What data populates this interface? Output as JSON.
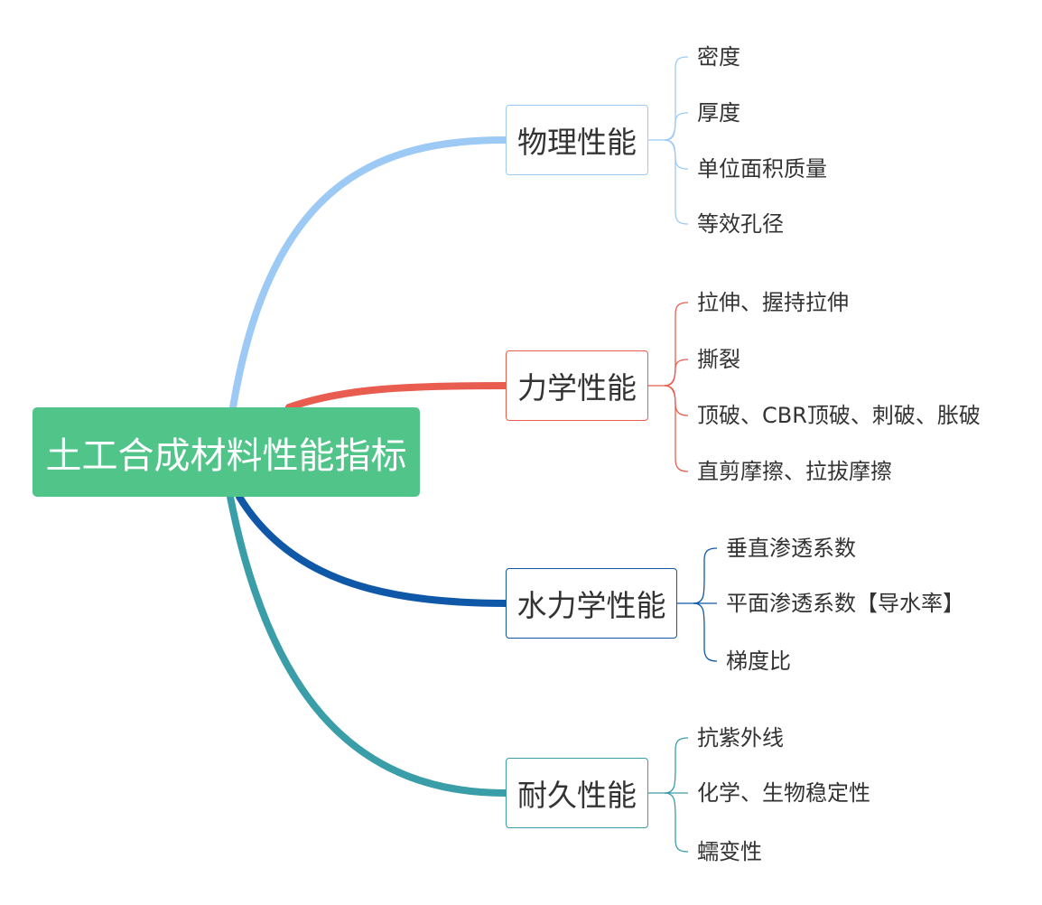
{
  "root": {
    "label": "土工合成材料性能指标"
  },
  "branches": [
    {
      "label": "物理性能",
      "color": "#9dcaf5",
      "items": [
        "密度",
        "厚度",
        "单位面积质量",
        "等效孔径"
      ]
    },
    {
      "label": "力学性能",
      "color": "#e85d4f",
      "items": [
        "拉伸、握持拉伸",
        "撕裂",
        "顶破、CBR顶破、刺破、胀破",
        "直剪摩擦、拉拔摩擦"
      ]
    },
    {
      "label": "水力学性能",
      "color": "#0f58a8",
      "items": [
        "垂直渗透系数",
        "平面渗透系数【导水率】",
        "梯度比"
      ]
    },
    {
      "label": "耐久性能",
      "color": "#3a9ea8",
      "items": [
        "抗紫外线",
        "化学、生物稳定性",
        "蠕变性"
      ]
    }
  ]
}
